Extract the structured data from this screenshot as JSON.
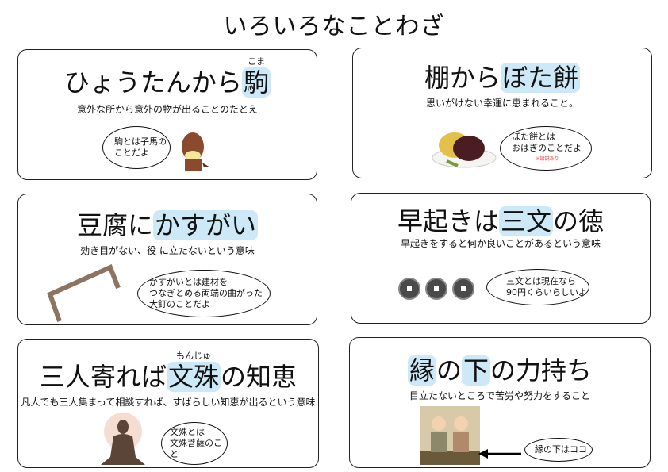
{
  "title": "いろいろなことわざ",
  "cards": [
    {
      "parts": [
        {
          "t": "ひょうたんから",
          "h": false
        },
        {
          "t": "駒",
          "h": true,
          "ruby": "こま"
        }
      ],
      "desc": "意外な所から意外の物が出ることのたとえ",
      "bubble": [
        "駒とは子馬の",
        "ことだよ"
      ],
      "icon": "horse-illustration"
    },
    {
      "parts": [
        {
          "t": "棚から",
          "h": false
        },
        {
          "t": "ぼた餅",
          "h": true
        }
      ],
      "desc": "思いがけない幸運に恵まれること。",
      "bubble": [
        "ぼた餅とは",
        "おはぎのことだよ"
      ],
      "note": "※諸説あり",
      "icon": "botamochi-illustration"
    },
    {
      "parts": [
        {
          "t": "豆腐に",
          "h": false
        },
        {
          "t": "かすがい",
          "h": true
        }
      ],
      "desc": "効き目がない、役 に立たないという意味",
      "bubble": [
        "かすがいとは建材を",
        "つなぎとめる両端の曲がった",
        "大釘のことだよ"
      ],
      "icon": "kasugai-illustration"
    },
    {
      "parts": [
        {
          "t": "早起きは",
          "h": false
        },
        {
          "t": "三文",
          "h": true
        },
        {
          "t": "の徳",
          "h": false
        }
      ],
      "desc": "早起きをすると何か良いことがあるという意味",
      "bubble": [
        "三文とは現在なら",
        "90円くらいらしいよ"
      ],
      "icon": "coins-illustration"
    },
    {
      "parts": [
        {
          "t": "三人寄れば",
          "h": false
        },
        {
          "t": "文殊",
          "h": true,
          "ruby": "もんじゅ"
        },
        {
          "t": "の知恵",
          "h": false
        }
      ],
      "desc": "凡人でも三人集まって相談すれば、すばらしい知恵が出るという意味",
      "bubble": [
        "文殊とは",
        "文殊菩薩のこと"
      ],
      "icon": "buddha-illustration"
    },
    {
      "parts": [
        {
          "t": "縁",
          "h": true
        },
        {
          "t": "の",
          "h": false
        },
        {
          "t": "下",
          "h": true
        },
        {
          "t": "の力持ち",
          "h": false
        }
      ],
      "desc": "目立たないところで苦労や努力をすること",
      "bubble": [
        "縁の下はココ"
      ],
      "icon": "elderly-couple-illustration"
    }
  ]
}
